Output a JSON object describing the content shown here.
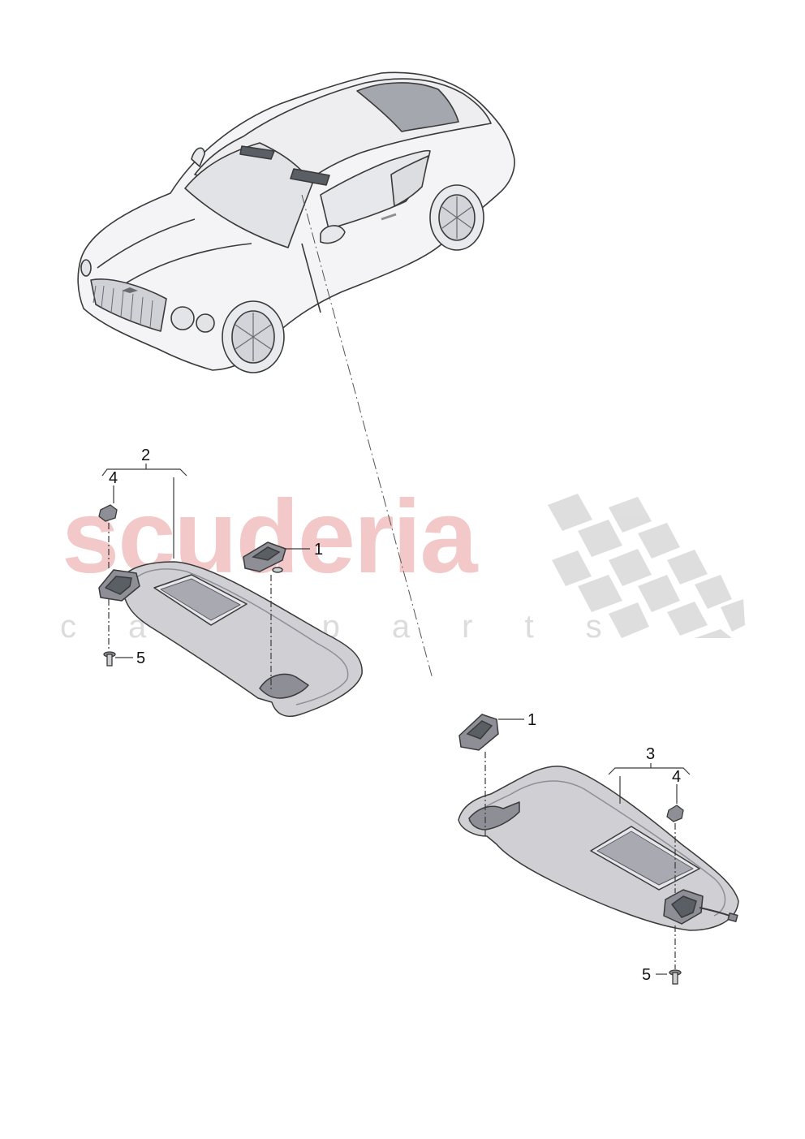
{
  "watermark": {
    "brand": "scuderia",
    "tagline": "car parts",
    "brand_color": "#f2c8c8",
    "checker_color": "#d9d9d9"
  },
  "callouts": {
    "left_visor_clip": "1",
    "left_visor_assembly": "2",
    "left_visor_cap": "4",
    "left_visor_screw": "5",
    "right_visor_clip": "1",
    "right_visor_assembly": "3",
    "right_visor_cap": "4",
    "right_visor_screw": "5"
  },
  "colors": {
    "line": "#3a3a3a",
    "part_fill": "#cfcfd4",
    "part_dark": "#8e8e96",
    "car_fill": "#f4f4f6",
    "highlight": "#5a5f66"
  }
}
